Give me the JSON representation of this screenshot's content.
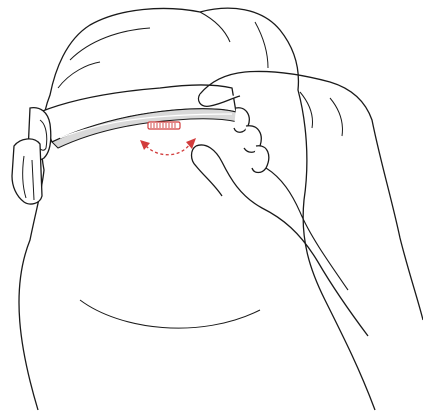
{
  "figure": {
    "description_visible_text": "",
    "colors": {
      "line": "#1a1a1a",
      "outline_fill": "#ffffff",
      "band_groove": "#d9d9d9",
      "dial_accent": "#d23c3c"
    },
    "icons": [
      "head-outline",
      "headband",
      "adjustment-dial",
      "rotation-arrow",
      "hand"
    ]
  }
}
